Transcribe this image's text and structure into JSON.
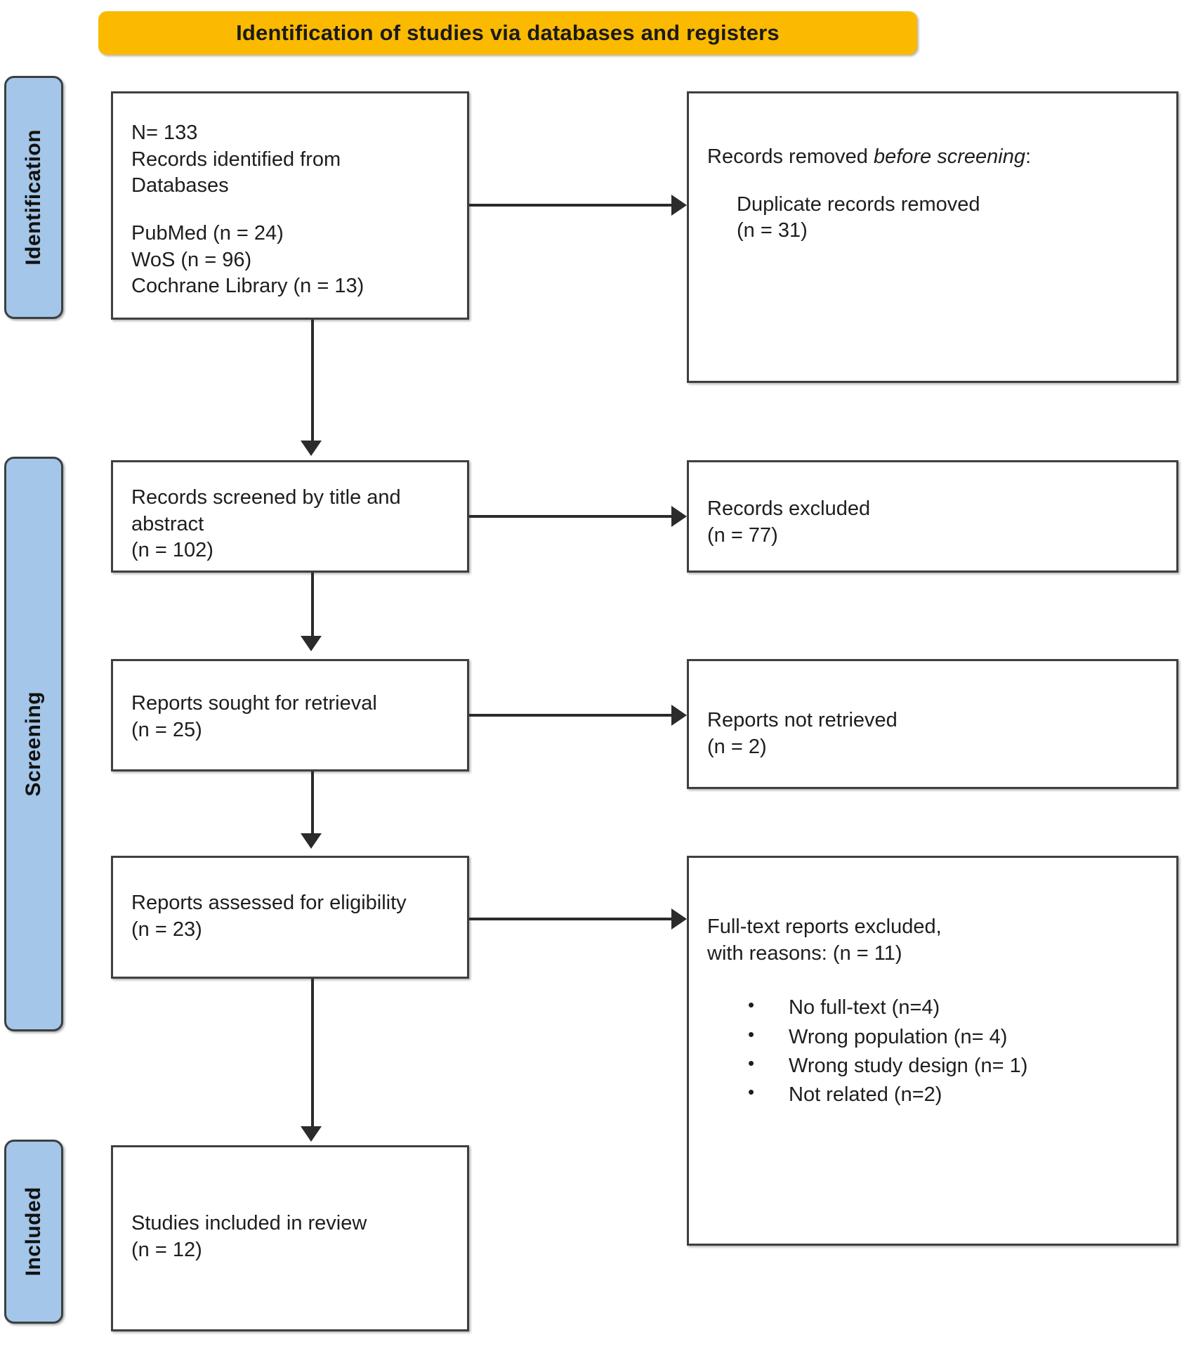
{
  "banner": {
    "title": "Identification of studies via databases and registers"
  },
  "stages": [
    {
      "id": "identification",
      "label": "Identification"
    },
    {
      "id": "screening",
      "label": "Screening"
    },
    {
      "id": "included",
      "label": "Included"
    }
  ],
  "boxes": {
    "identified": {
      "line1": "N= 133",
      "line2": "Records identified from",
      "line3": "Databases",
      "source1": "PubMed (n = 24)",
      "source2": "WoS (n = 96)",
      "source3": "Cochrane Library (n = 13)"
    },
    "removed": {
      "heading_prefix": "Records removed ",
      "heading_italic": "before screening",
      "heading_suffix": ":",
      "detail_line1": "Duplicate records removed",
      "detail_line2": "(n = 31)"
    },
    "screened": {
      "line1": "Records screened by title and",
      "line2": "abstract",
      "count": "(n = 102)"
    },
    "excluded": {
      "line1": "Records excluded",
      "count": "(n = 77)"
    },
    "sought": {
      "line1": "Reports sought for retrieval",
      "count": "(n = 25)"
    },
    "not_retrieved": {
      "line1": "Reports not retrieved",
      "count": "(n = 2)"
    },
    "assessed": {
      "line1": "Reports assessed for eligibility",
      "count": "(n = 23)"
    },
    "fulltext_excluded": {
      "line1": "Full-text reports excluded,",
      "line2": "with reasons: (n = 11)",
      "reasons": [
        "No full-text (n=4)",
        "Wrong population (n= 4)",
        "Wrong study design (n= 1)",
        "Not related (n=2)"
      ]
    },
    "included": {
      "line1": "Studies included in review",
      "count": "(n = 12)"
    }
  },
  "colors": {
    "banner_fill": "#fbba00",
    "stage_fill": "#a4c6e8",
    "border": "#3c4043",
    "connector": "#2b2b2b",
    "box_fill": "#ffffff",
    "text": "#1e1e1e"
  }
}
